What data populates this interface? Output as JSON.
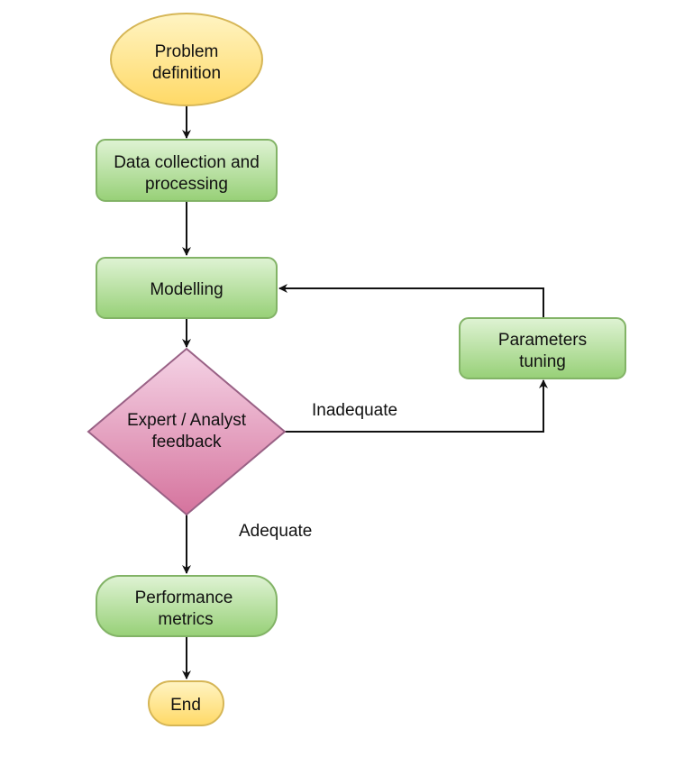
{
  "nodes": {
    "problem_definition": {
      "lines": [
        "Problem",
        "definition"
      ]
    },
    "data_collection": {
      "lines": [
        "Data collection and",
        "processing"
      ]
    },
    "modelling": {
      "lines": [
        "Modelling"
      ]
    },
    "expert_feedback": {
      "lines": [
        "Expert / Analyst",
        "feedback"
      ]
    },
    "parameters_tuning": {
      "lines": [
        "Parameters",
        "tuning"
      ]
    },
    "performance_metrics": {
      "lines": [
        "Performance",
        "metrics"
      ]
    },
    "end": {
      "lines": [
        "End"
      ]
    }
  },
  "edges": {
    "inadequate_label": "Inadequate",
    "adequate_label": "Adequate"
  },
  "colors": {
    "start_end_fill_top": "#fff4c3",
    "start_end_fill_bottom": "#ffd966",
    "start_end_stroke": "#d6b656",
    "process_fill_top": "#dff3d4",
    "process_fill_bottom": "#97d077",
    "process_stroke": "#82b366",
    "decision_fill_top": "#f5d4e6",
    "decision_fill_bottom": "#d5739d",
    "decision_stroke": "#996185",
    "arrow": "#111111"
  }
}
